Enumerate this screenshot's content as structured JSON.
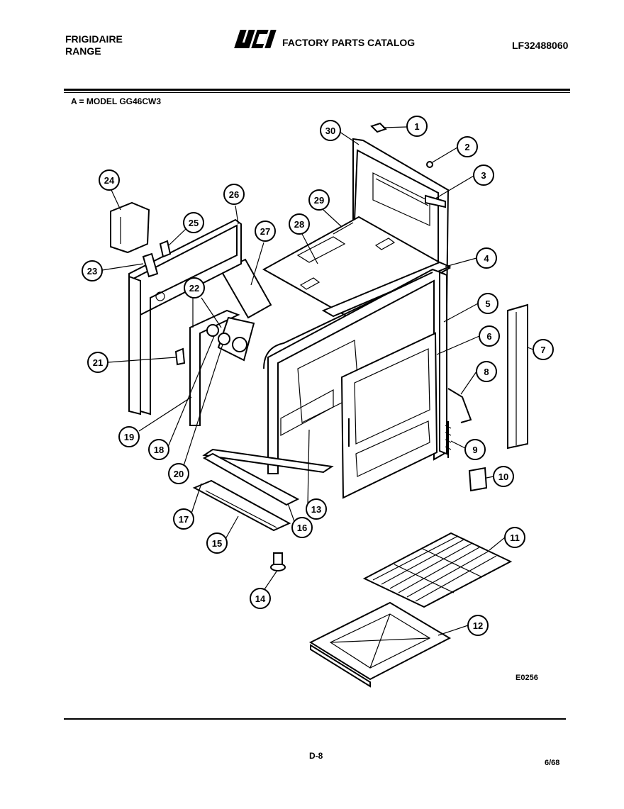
{
  "header": {
    "brand_line1": "FRIGIDAIRE",
    "brand_line2": "RANGE",
    "logo_text": "WCI",
    "catalog_title": "FACTORY PARTS CATALOG",
    "part_number": "LF32488060"
  },
  "model_line": "A = MODEL GG46CW3",
  "diagram_code": "E0256",
  "footer": {
    "page_number": "D-8",
    "date": "6/68"
  },
  "callouts": [
    "1",
    "2",
    "3",
    "4",
    "5",
    "6",
    "7",
    "8",
    "9",
    "10",
    "11",
    "12",
    "13",
    "14",
    "15",
    "16",
    "17",
    "18",
    "19",
    "20",
    "21",
    "22",
    "23",
    "24",
    "25",
    "26",
    "27",
    "28",
    "29",
    "30"
  ]
}
